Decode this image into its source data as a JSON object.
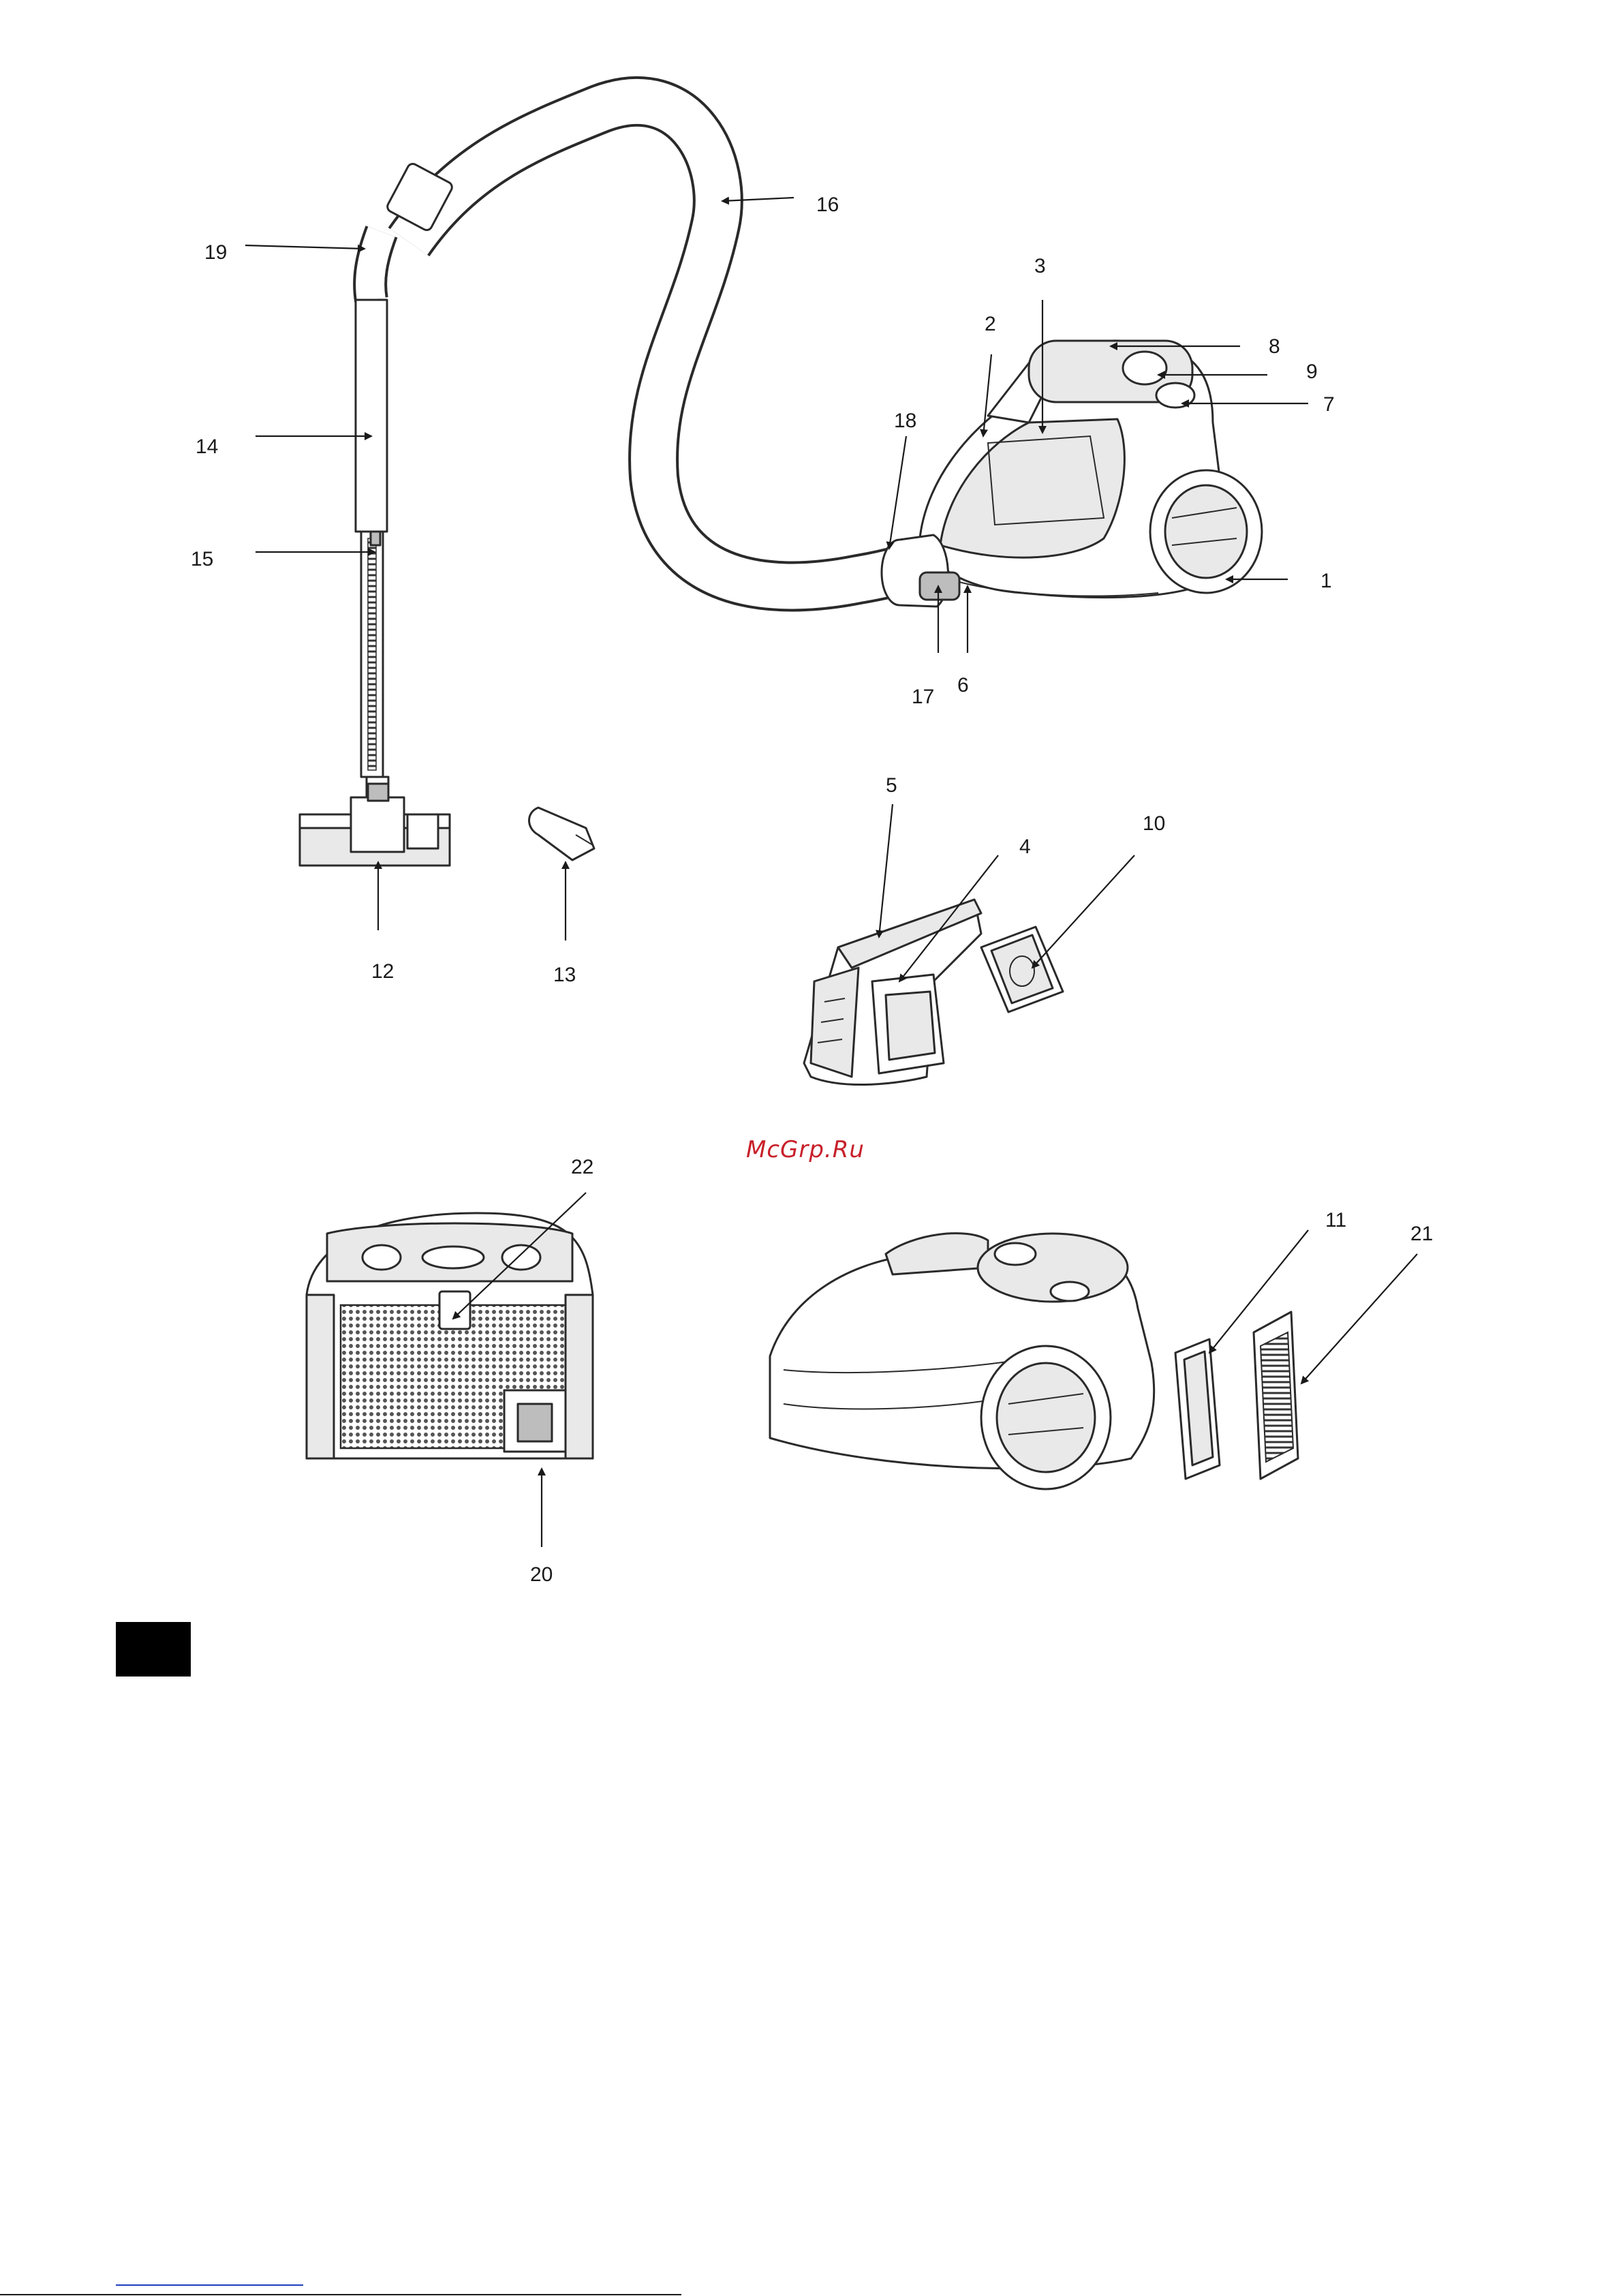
{
  "watermark": "McGrp.Ru",
  "callouts": {
    "c1": "1",
    "c2": "2",
    "c3": "3",
    "c4": "4",
    "c5": "5",
    "c6": "6",
    "c7": "7",
    "c8": "8",
    "c9": "9",
    "c10": "10",
    "c11": "11",
    "c12": "12",
    "c13": "13",
    "c14": "14",
    "c15": "15",
    "c16": "16",
    "c17": "17",
    "c18": "18",
    "c19": "19",
    "c20": "20",
    "c21": "21",
    "c22": "22"
  },
  "colors": {
    "line": "#1a1a1a",
    "watermark": "#c8202a",
    "footer_link": "#1f3fbf",
    "language_block": "#000000"
  }
}
